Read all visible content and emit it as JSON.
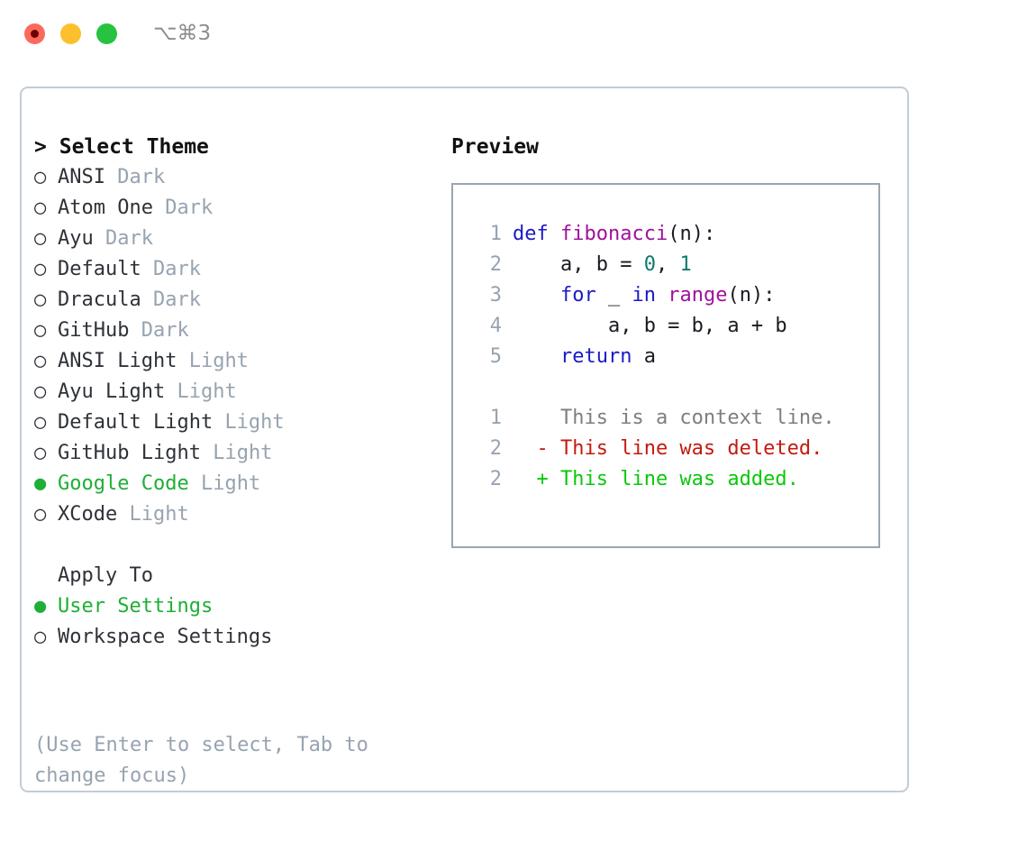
{
  "window": {
    "shortcut": "⌥⌘3",
    "controls": [
      {
        "name": "close",
        "color": "#fa6a5c"
      },
      {
        "name": "minimize",
        "color": "#fcc02e"
      },
      {
        "name": "maximize",
        "color": "#27c23f"
      }
    ]
  },
  "colors": {
    "selected_green": "#1fae36",
    "diff_add_green": "#0ac80a",
    "diff_del_red": "#c41a0f",
    "muted_gray": "#97a3b0",
    "panel_border": "#c3ccd6",
    "code_border": "#9aa5b1",
    "keyword_blue": "#1a1ac8",
    "function_purple": "#a0119e",
    "number_teal": "#0b7a72"
  },
  "theme_list": {
    "header": "Select Theme",
    "caret": ">",
    "marker_selected": "●",
    "marker_unselected": "○",
    "items": [
      {
        "name": "ANSI",
        "kind": "Dark",
        "selected": false
      },
      {
        "name": "Atom One",
        "kind": "Dark",
        "selected": false
      },
      {
        "name": "Ayu",
        "kind": "Dark",
        "selected": false
      },
      {
        "name": "Default",
        "kind": "Dark",
        "selected": false
      },
      {
        "name": "Dracula",
        "kind": "Dark",
        "selected": false
      },
      {
        "name": "GitHub",
        "kind": "Dark",
        "selected": false
      },
      {
        "name": "ANSI Light",
        "kind": "Light",
        "selected": false
      },
      {
        "name": "Ayu Light",
        "kind": "Light",
        "selected": false
      },
      {
        "name": "Default Light",
        "kind": "Light",
        "selected": false
      },
      {
        "name": "GitHub Light",
        "kind": "Light",
        "selected": false
      },
      {
        "name": "Google Code",
        "kind": "Light",
        "selected": true
      },
      {
        "name": "XCode",
        "kind": "Light",
        "selected": false
      }
    ]
  },
  "apply_to": {
    "header": "Apply To",
    "items": [
      {
        "name": "User Settings",
        "selected": true
      },
      {
        "name": "Workspace Settings",
        "selected": false
      }
    ]
  },
  "hint": "(Use Enter to select, Tab to change focus)",
  "preview": {
    "title": "Preview",
    "code_lines": [
      {
        "lineno": "1",
        "tokens": [
          {
            "t": "def",
            "c": "kw"
          },
          {
            "t": " ",
            "c": "punc"
          },
          {
            "t": "fibonacci",
            "c": "fn"
          },
          {
            "t": "(",
            "c": "punc"
          },
          {
            "t": "n",
            "c": "id"
          },
          {
            "t": "):",
            "c": "punc"
          }
        ]
      },
      {
        "lineno": "2",
        "tokens": [
          {
            "t": "    a, b = ",
            "c": "id"
          },
          {
            "t": "0",
            "c": "num"
          },
          {
            "t": ", ",
            "c": "id"
          },
          {
            "t": "1",
            "c": "num"
          }
        ]
      },
      {
        "lineno": "3",
        "tokens": [
          {
            "t": "    ",
            "c": "id"
          },
          {
            "t": "for",
            "c": "kw"
          },
          {
            "t": " _ ",
            "c": "id"
          },
          {
            "t": "in",
            "c": "kw"
          },
          {
            "t": " ",
            "c": "id"
          },
          {
            "t": "range",
            "c": "fn"
          },
          {
            "t": "(",
            "c": "punc"
          },
          {
            "t": "n",
            "c": "id"
          },
          {
            "t": "):",
            "c": "punc"
          }
        ]
      },
      {
        "lineno": "4",
        "tokens": [
          {
            "t": "        a, b = b, a + b",
            "c": "id"
          }
        ]
      },
      {
        "lineno": "5",
        "tokens": [
          {
            "t": "    ",
            "c": "id"
          },
          {
            "t": "return",
            "c": "kw"
          },
          {
            "t": " a",
            "c": "id"
          }
        ]
      }
    ],
    "diff_lines": [
      {
        "lineno": "1",
        "sign": " ",
        "text": "This is a context line.",
        "kind": "ctx"
      },
      {
        "lineno": "2",
        "sign": "-",
        "text": "This line was deleted.",
        "kind": "del"
      },
      {
        "lineno": "2",
        "sign": "+",
        "text": "This line was added.",
        "kind": "add"
      }
    ]
  }
}
